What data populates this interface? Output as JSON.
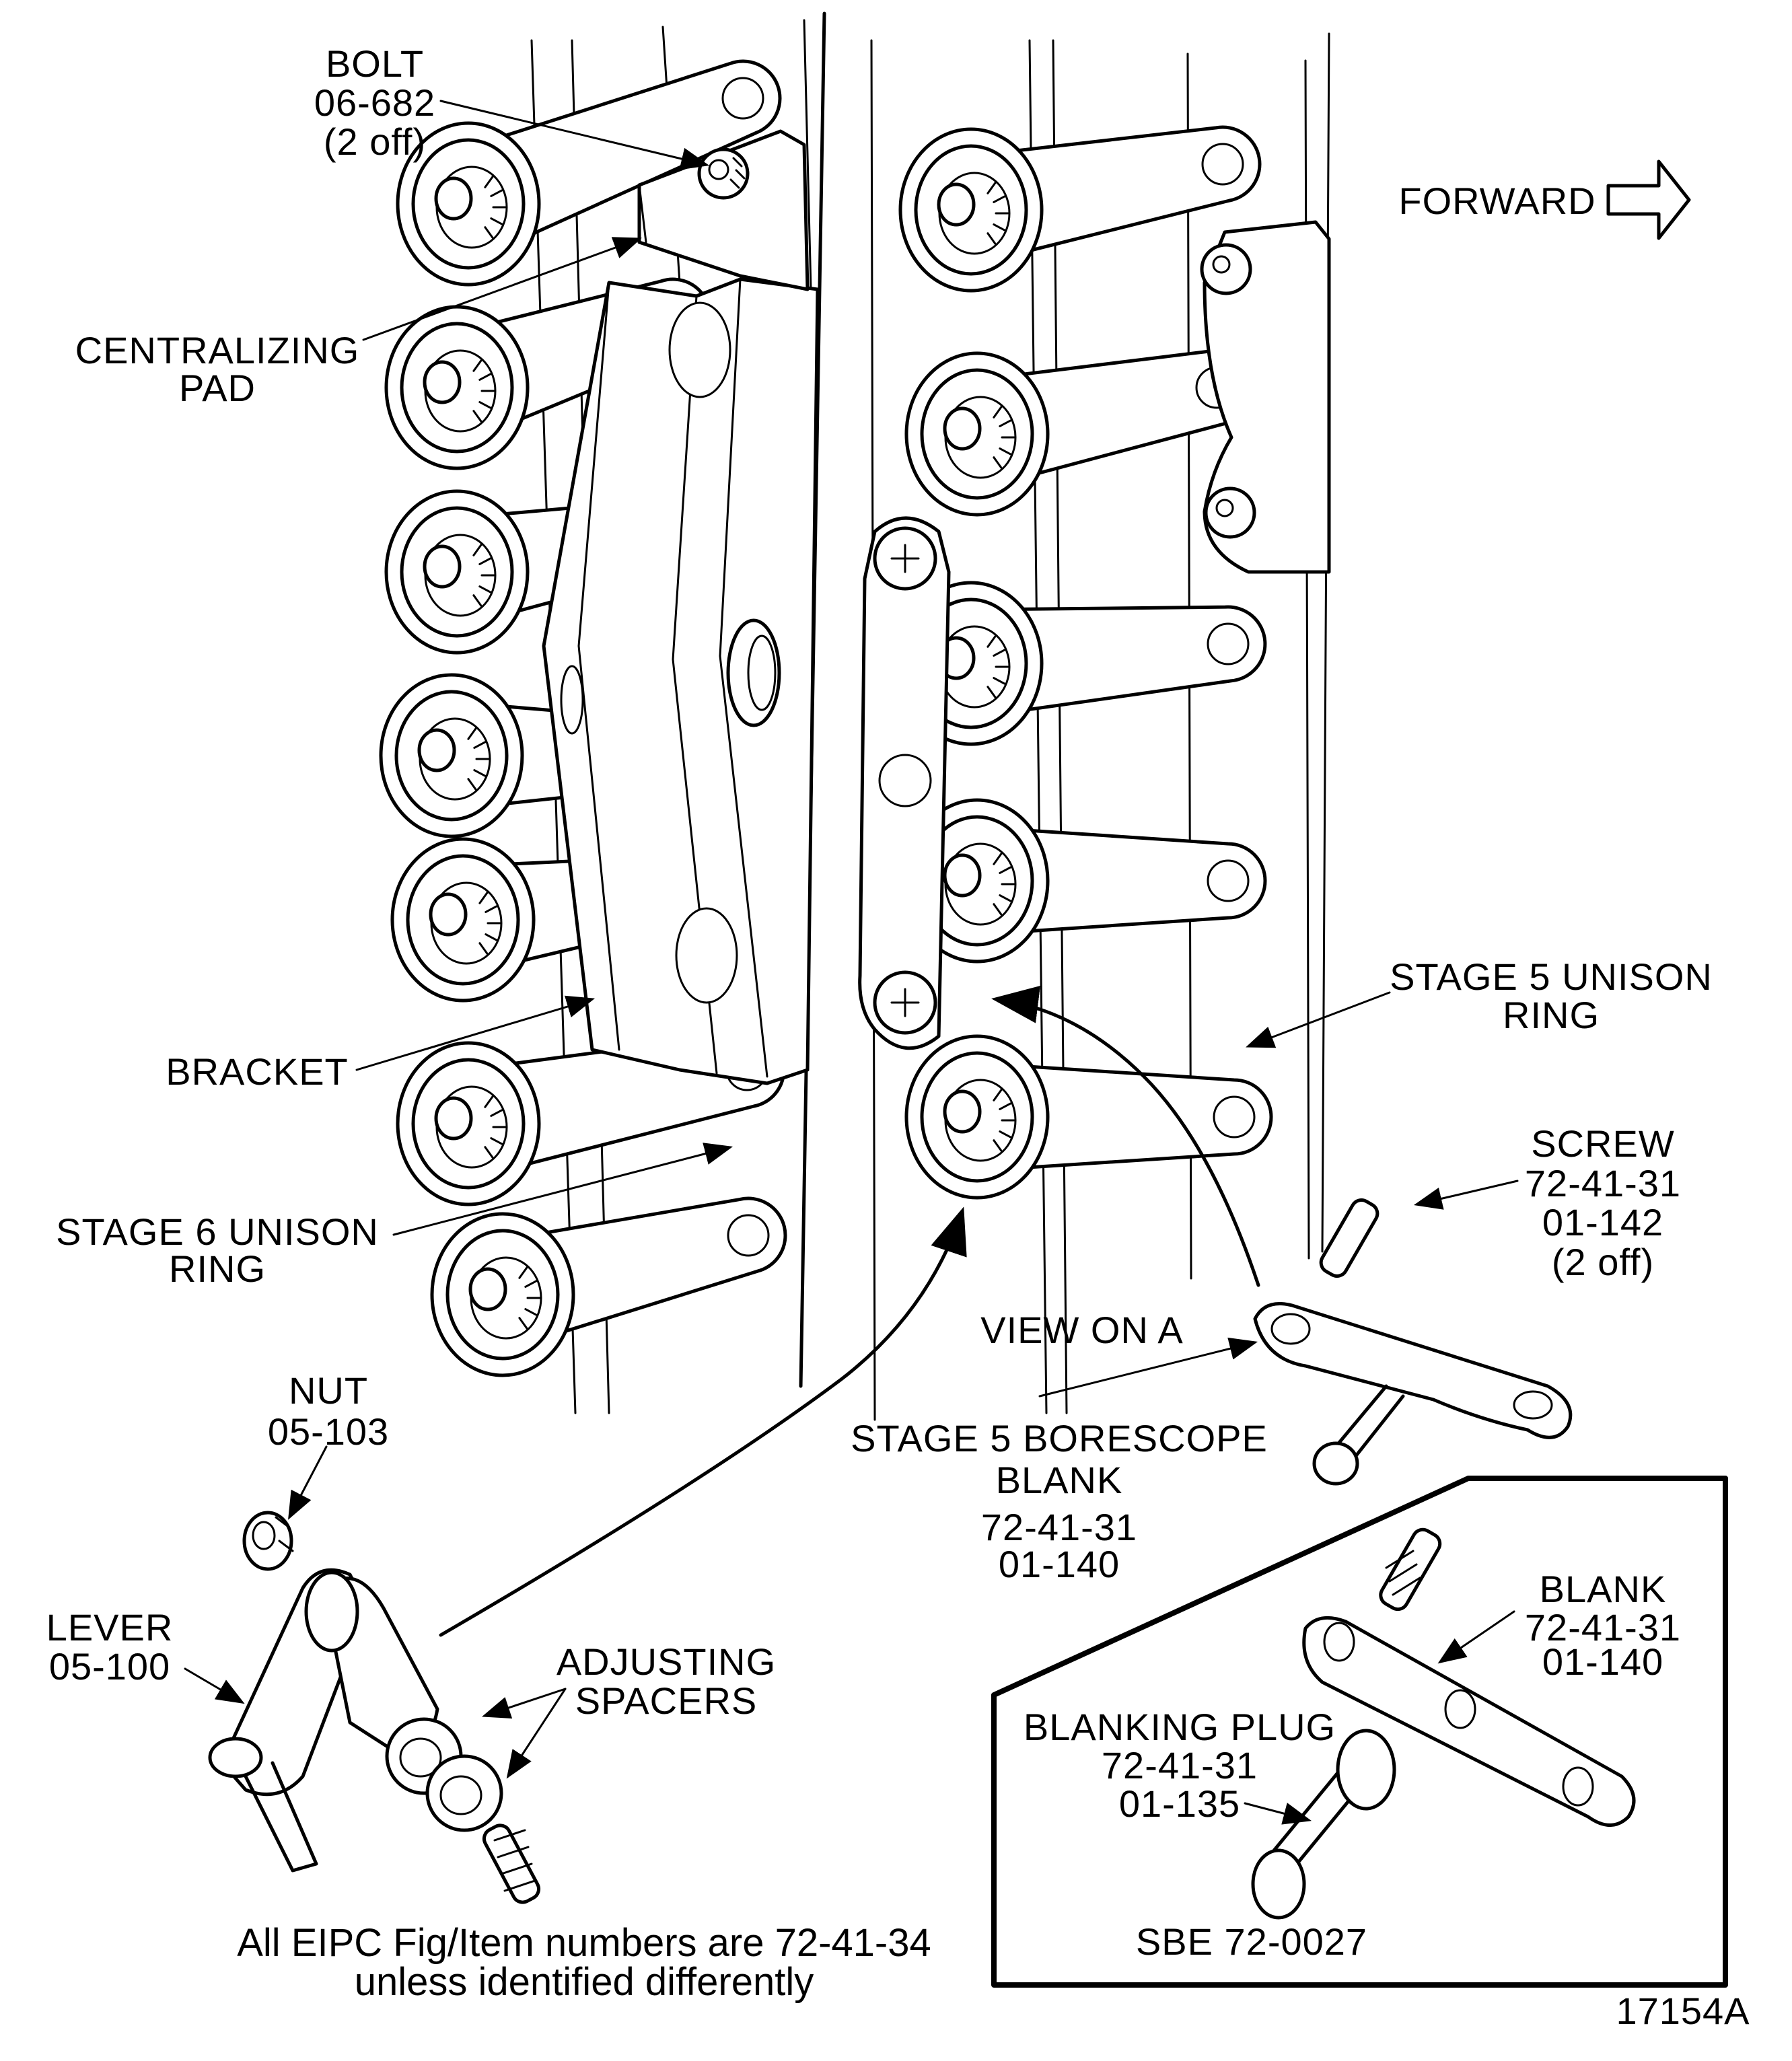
{
  "figure": {
    "figure_number": "17154A",
    "footnote": {
      "line1": "All EIPC Fig/Item numbers are 72-41-34",
      "line2": "unless identified differently"
    },
    "direction_indicator": {
      "label": "FORWARD",
      "icon": "arrow-right-outline-icon"
    },
    "view_label": "VIEW ON A"
  },
  "callouts": {
    "bolt": {
      "lines": [
        "BOLT",
        "06-682",
        "(2 off)"
      ]
    },
    "centralizing_pad": {
      "lines": [
        "CENTRALIZING",
        "PAD"
      ]
    },
    "bracket": {
      "lines": [
        "BRACKET"
      ]
    },
    "stage6_ring": {
      "lines": [
        "STAGE 6 UNISON",
        "RING"
      ]
    },
    "stage5_ring": {
      "lines": [
        "STAGE 5 UNISON",
        "RING"
      ]
    },
    "screw": {
      "lines": [
        "SCREW",
        "72-41-31",
        "01-142",
        "(2 off)"
      ]
    },
    "borescope_blank": {
      "lines": [
        "STAGE 5 BORESCOPE",
        "BLANK",
        "72-41-31",
        "01-140"
      ]
    },
    "nut": {
      "lines": [
        "NUT",
        "05-103"
      ]
    },
    "lever": {
      "lines": [
        "LEVER",
        "05-100"
      ]
    },
    "adjusting_spacers": {
      "lines": [
        "ADJUSTING",
        "SPACERS"
      ]
    }
  },
  "inset": {
    "reference": "SBE 72-0027",
    "blank": {
      "lines": [
        "BLANK",
        "72-41-31",
        "01-140"
      ]
    },
    "blanking_plug": {
      "lines": [
        "BLANKING PLUG",
        "72-41-31",
        "01-135"
      ]
    }
  },
  "colors": {
    "ink": "#000000",
    "paper": "#ffffff"
  }
}
